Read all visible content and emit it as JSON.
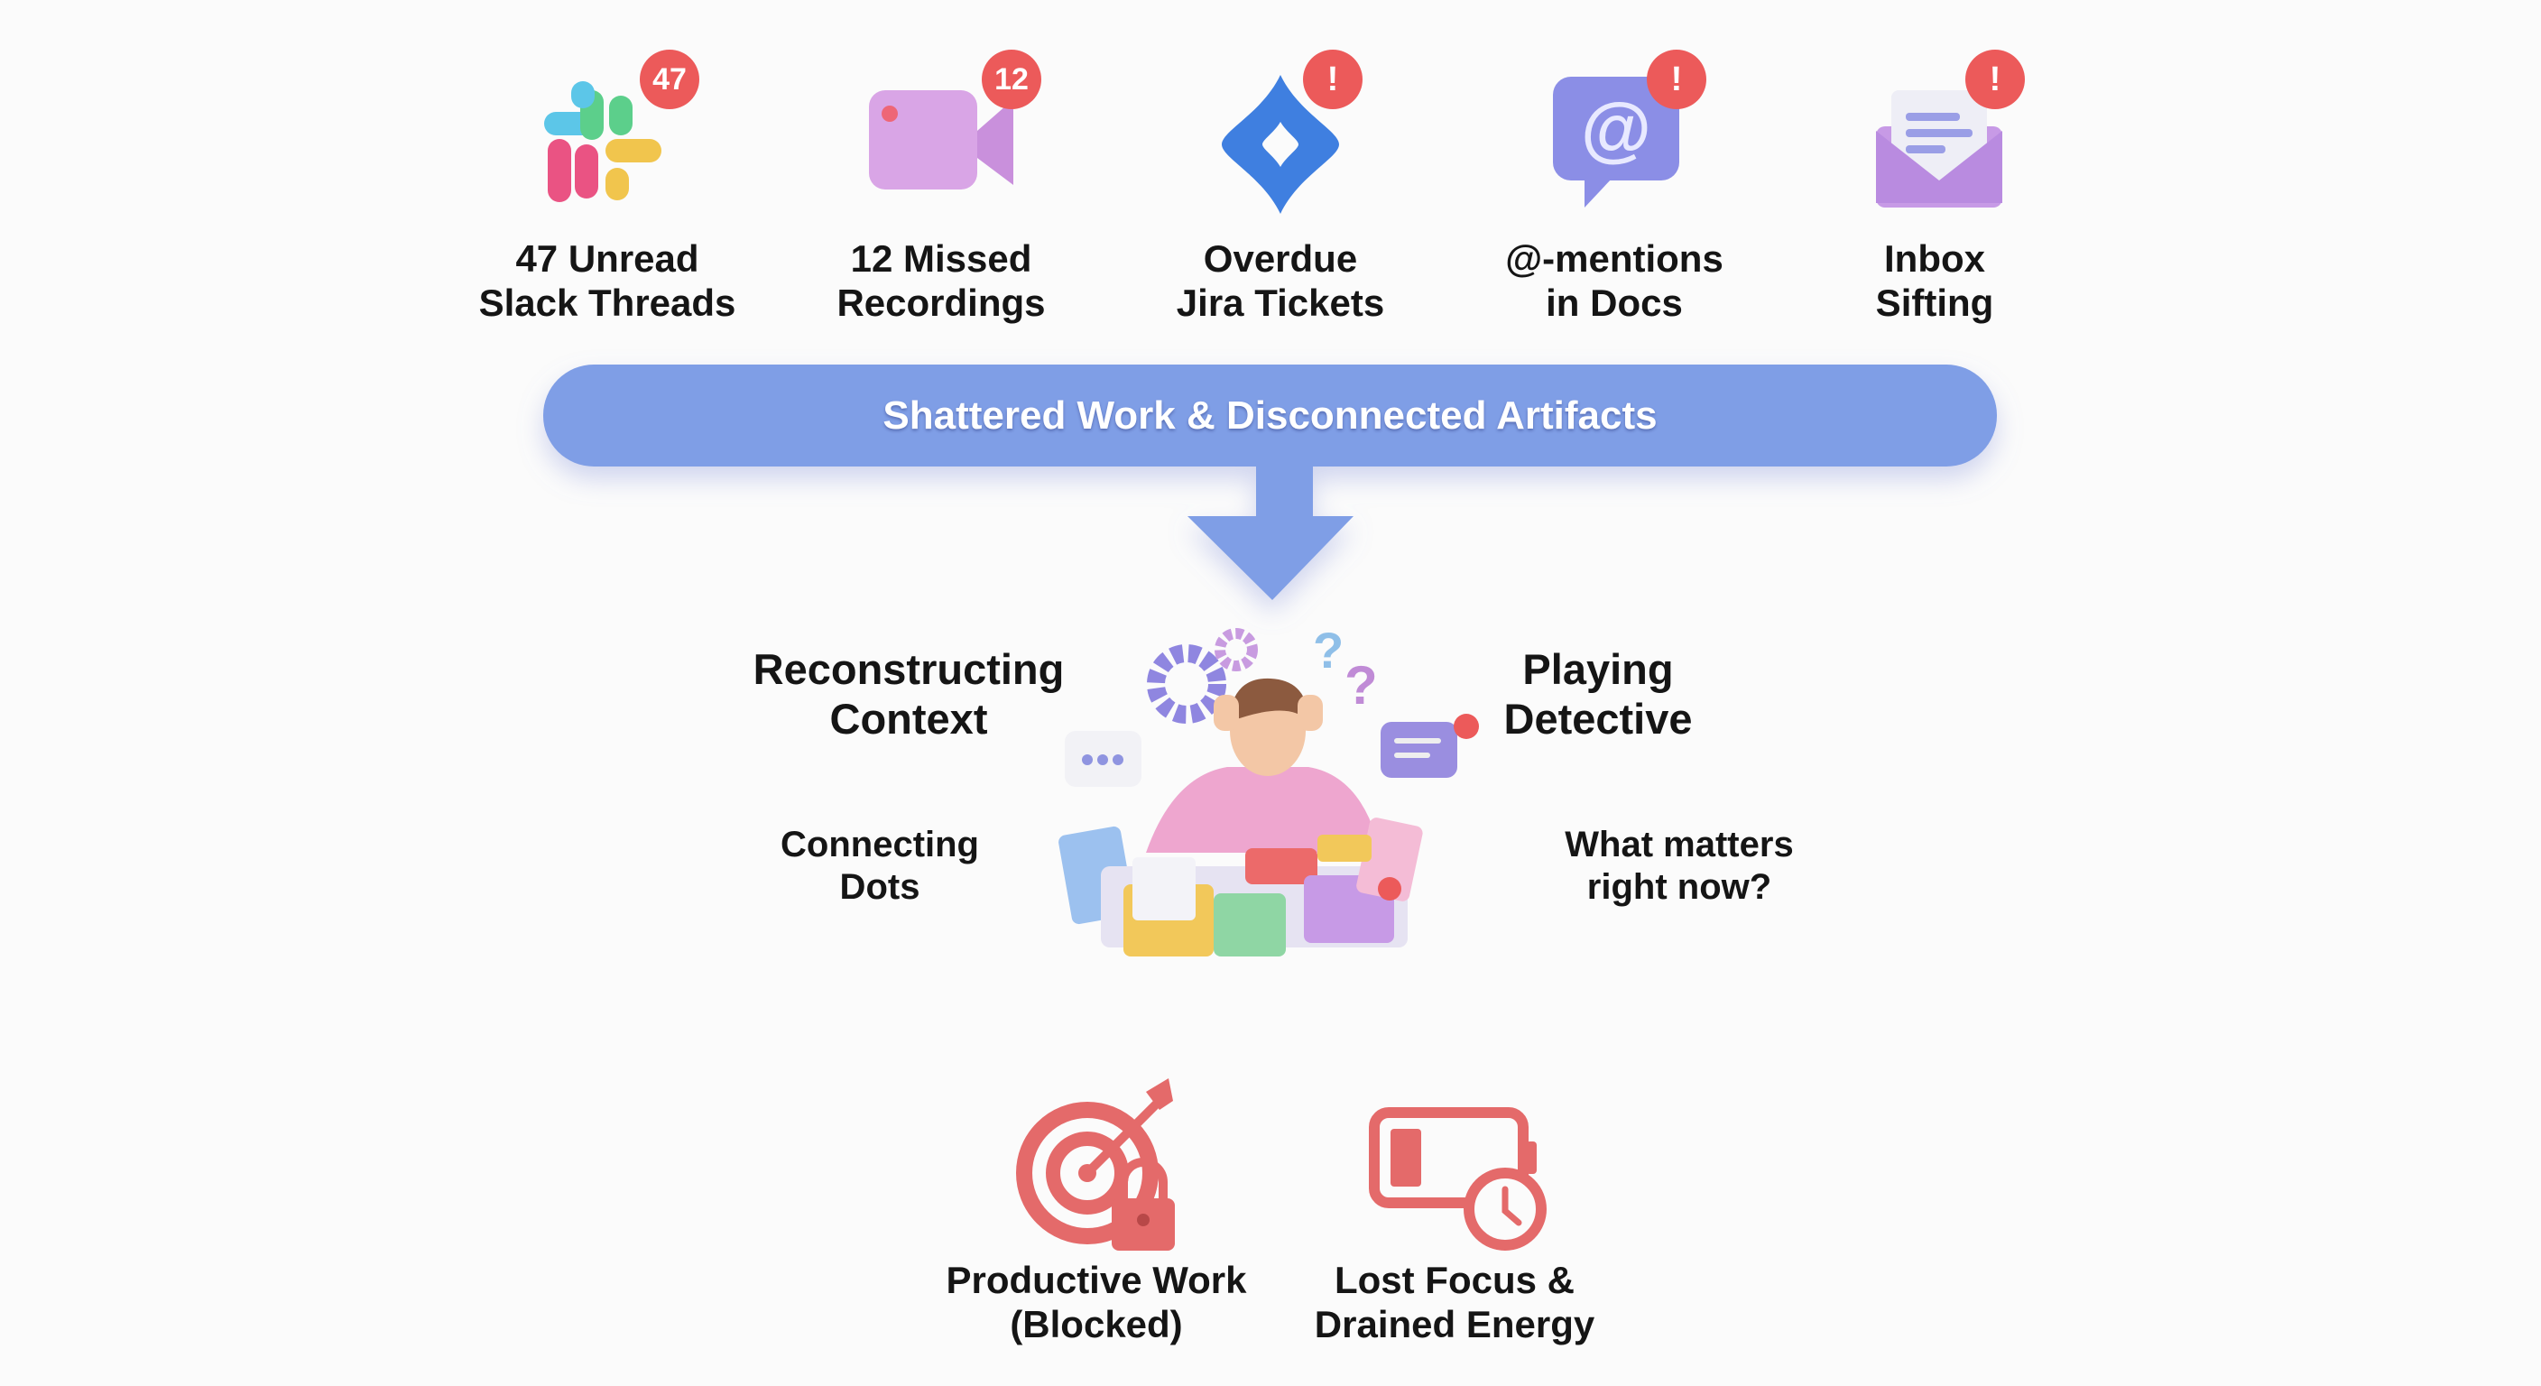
{
  "sources": [
    {
      "icon": "slack-icon",
      "badge": "47",
      "line1": "47 Unread",
      "line2": "Slack Threads"
    },
    {
      "icon": "video-camera-icon",
      "badge": "12",
      "line1": "12 Missed",
      "line2": "Recordings"
    },
    {
      "icon": "jira-icon",
      "badge": "!",
      "line1": "Overdue",
      "line2": "Jira Tickets"
    },
    {
      "icon": "at-mention-icon",
      "badge": "!",
      "line1": "@-mentions",
      "line2": "in Docs"
    },
    {
      "icon": "envelope-icon",
      "badge": "!",
      "line1": "Inbox",
      "line2": "Sifting"
    }
  ],
  "banner": {
    "title": "Shattered Work & Disconnected Artifacts"
  },
  "struggles": [
    {
      "line1": "Reconstructing",
      "line2": "Context"
    },
    {
      "line1": "Playing",
      "line2": "Detective"
    },
    {
      "line1": "Connecting",
      "line2": "Dots"
    },
    {
      "line1": "What matters",
      "line2": "right now?"
    }
  ],
  "outcomes": [
    {
      "icon": "blocked-target-icon",
      "line1": "Productive Work",
      "line2": "(Blocked)"
    },
    {
      "icon": "low-battery-clock-icon",
      "line1": "Lost Focus &",
      "line2": "Drained Energy"
    }
  ],
  "colors": {
    "banner": "#7f9ee6",
    "badge": "#ec5a5a",
    "outcome": "#e46a6a",
    "label": "#151515"
  }
}
